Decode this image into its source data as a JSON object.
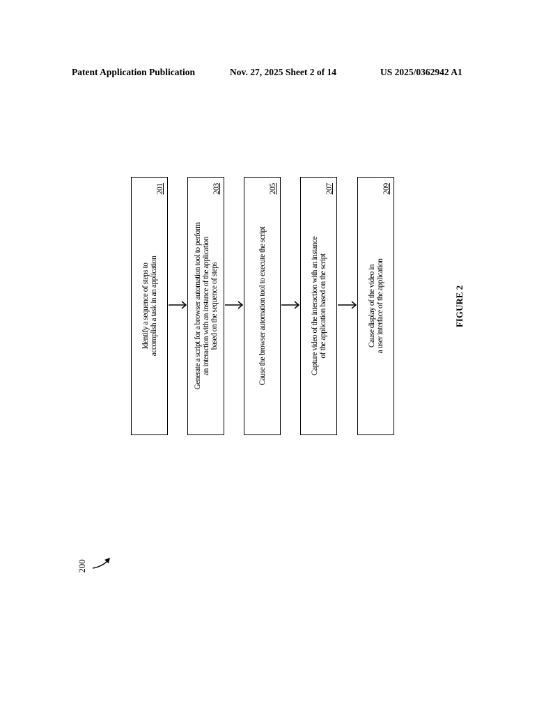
{
  "header": {
    "publication": "Patent Application Publication",
    "date_sheet": "Nov. 27, 2025  Sheet 2 of 14",
    "number": "US 2025/0362942 A1"
  },
  "figure": {
    "label": "FIGURE 2",
    "reference": "200",
    "steps": [
      {
        "ref": "201",
        "lines": [
          "Identify a sequence of steps to",
          "accomplish a task in an application"
        ]
      },
      {
        "ref": "203",
        "lines": [
          "Generate a script for a browser automation tool to perform",
          "an interaction with an instance of the application",
          "based on the sequence of steps"
        ]
      },
      {
        "ref": "205",
        "lines": [
          "Cause the browser automation tool to execute the script"
        ]
      },
      {
        "ref": "207",
        "lines": [
          "Capture video of the interaction with an instance",
          "of the application based on the script"
        ]
      },
      {
        "ref": "209",
        "lines": [
          "Cause display of the video in",
          "a user interface of the application"
        ]
      }
    ]
  }
}
